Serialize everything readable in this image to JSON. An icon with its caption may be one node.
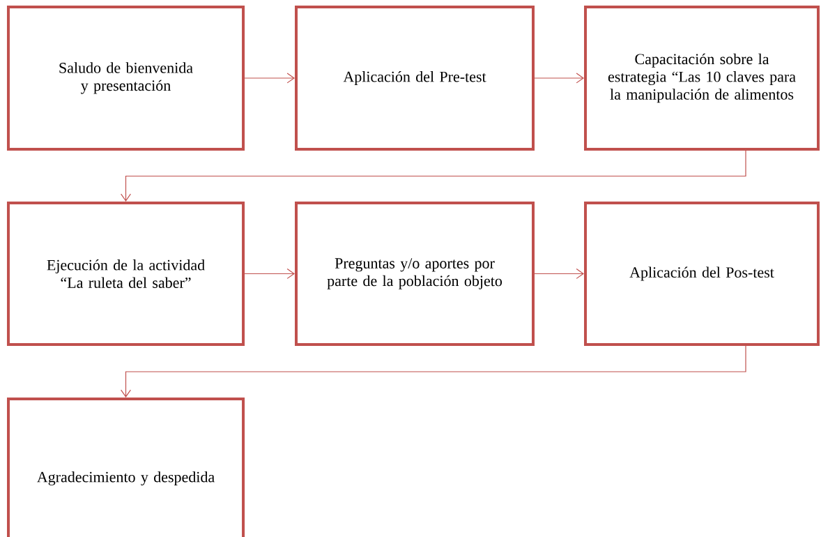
{
  "diagram": {
    "nodes": [
      {
        "text": [
          "Saludo de bienvenida y presentación"
        ]
      },
      {
        "text": [
          "Aplicación del Pre-test"
        ]
      },
      {
        "text": [
          "Capacitación sobre la estrategia  “Las 10 claves para la manipulación de alimentos"
        ]
      },
      {
        "text": [
          "Ejecución de la actividad “La ruleta del saber”"
        ]
      },
      {
        "text": [
          "Preguntas y/o aportes por parte de la población objeto"
        ]
      },
      {
        "text": [
          "Aplicación del Pos-test"
        ]
      },
      {
        "text": [
          "Agradecimiento y despedida"
        ]
      }
    ],
    "edges": [
      {
        "from": 0,
        "to": 1,
        "arrow": "to"
      },
      {
        "from": 1,
        "to": 2,
        "arrow": "to"
      },
      {
        "from": 2,
        "to": 3,
        "arrow": "to"
      },
      {
        "from": 3,
        "to": 4,
        "arrow": "to"
      },
      {
        "from": 4,
        "to": 5,
        "arrow": "to"
      },
      {
        "from": 5,
        "to": 6,
        "arrow": "to"
      }
    ]
  }
}
